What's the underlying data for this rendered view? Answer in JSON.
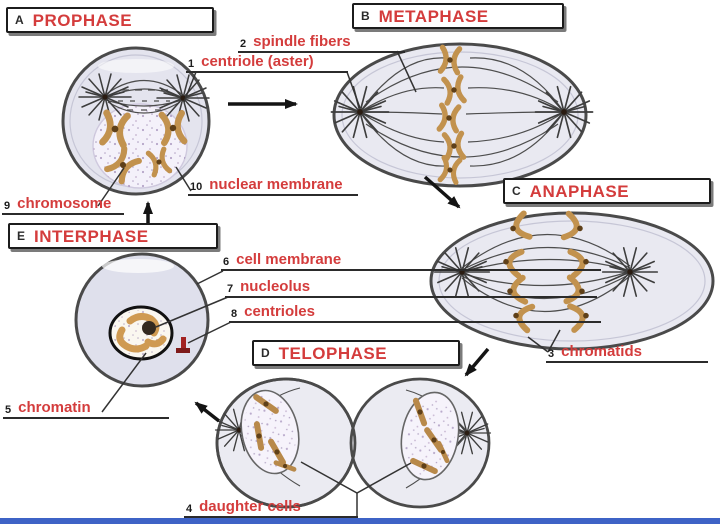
{
  "colors": {
    "label_red": "#d43c3c",
    "number_black": "#1c1c1c",
    "cell_fill": "#e6e6f0",
    "cell_outline": "#4a4a4a",
    "chromosome_tan": "#c2924e",
    "bottom_bar_blue": "#3e63c6"
  },
  "phases": [
    {
      "letter": "A",
      "name": "PROPHASE"
    },
    {
      "letter": "B",
      "name": "METAPHASE"
    },
    {
      "letter": "C",
      "name": "ANAPHASE"
    },
    {
      "letter": "D",
      "name": "TELOPHASE"
    },
    {
      "letter": "E",
      "name": "INTERPHASE"
    }
  ],
  "labels": [
    {
      "number": "1",
      "text": "centriole (aster)"
    },
    {
      "number": "2",
      "text": "spindle fibers"
    },
    {
      "number": "3",
      "text": "chromatids"
    },
    {
      "number": "4",
      "text": "daughter cells"
    },
    {
      "number": "5",
      "text": "chromatin"
    },
    {
      "number": "6",
      "text": "cell membrane"
    },
    {
      "number": "7",
      "text": "nucleolus"
    },
    {
      "number": "8",
      "text": "centrioles"
    },
    {
      "number": "9",
      "text": "chromosome"
    },
    {
      "number": "10",
      "text": "nuclear membrane"
    }
  ]
}
